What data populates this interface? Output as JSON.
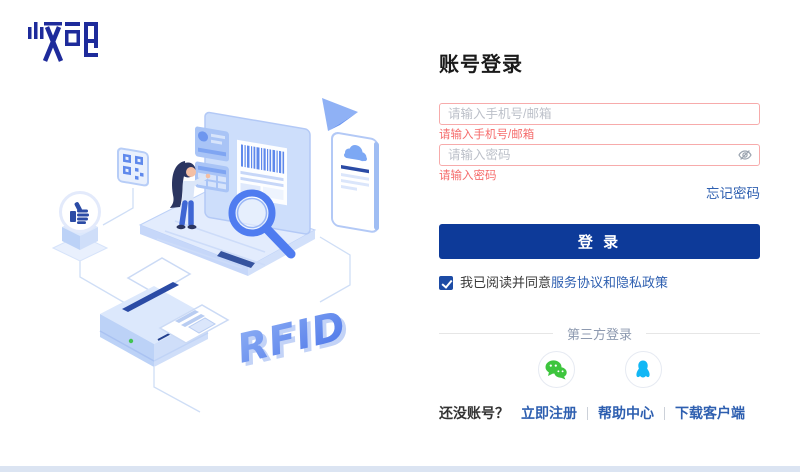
{
  "logo": {
    "text": "汉码",
    "color": "#1e2b9b"
  },
  "illustration": {
    "rfid_label": "RFID"
  },
  "login": {
    "title": "账号登录",
    "account_placeholder": "请输入手机号/邮箱",
    "account_error": "请输入手机号/邮箱",
    "password_placeholder": "请输入密码",
    "password_error": "请输入密码",
    "forgot_password": "忘记密码",
    "submit_label": "登 录",
    "agreement": {
      "checked": true,
      "prefix": "我已阅读并同意",
      "service_link": "服务协议",
      "conjunction": "和",
      "privacy_link": "隐私政策"
    },
    "divider_label": "第三方登录",
    "social": [
      {
        "name": "wechat",
        "color": "#3DC53D"
      },
      {
        "name": "qq",
        "color": "#12B7F5"
      }
    ],
    "footer": {
      "question": "还没账号？",
      "links": [
        "立即注册",
        "帮助中心",
        "下载客户端"
      ]
    }
  },
  "colors": {
    "primary_button": "#0d3a99",
    "link": "#2e5fb0",
    "error": "#f56c6c",
    "error_border": "#f7abab",
    "footer_bar": "#dbe4f2"
  }
}
